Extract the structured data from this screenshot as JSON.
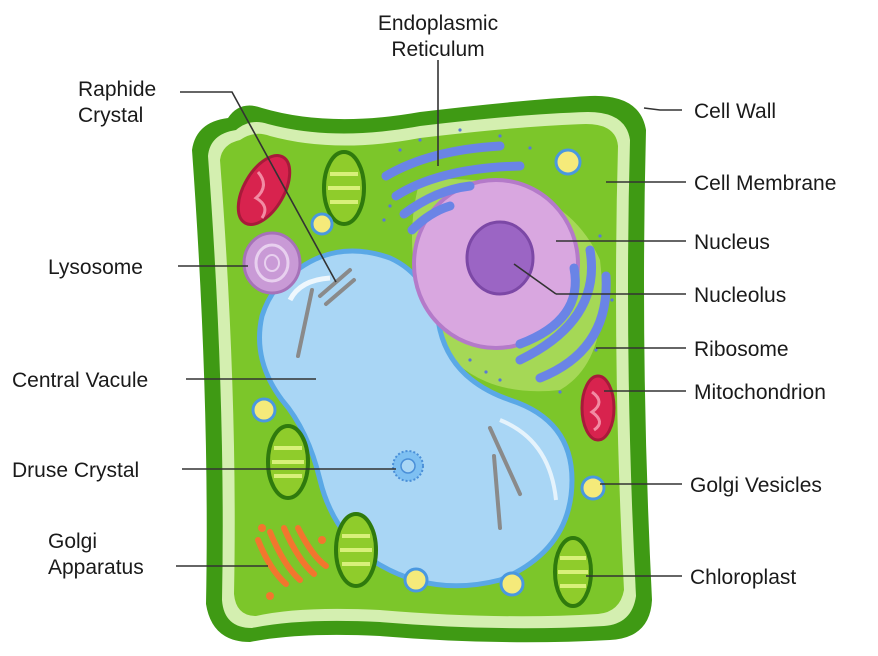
{
  "colors": {
    "cell_wall": "#3f9a14",
    "cytoplasm": "#7cc62a",
    "membrane": "#d4efb0",
    "vacuole": "#a9d6f5",
    "nucleus": "#d9a7e0",
    "nucleolus": "#9b65c4",
    "er": "#6a84e6",
    "mitochondrion": "#d8234e",
    "chloroplast": "#8fcc2b",
    "golgi": "#f2762e",
    "lysosome": "#c99ad6",
    "vesicle": "#f5ea7a"
  },
  "labels": {
    "er_line1": "Endoplasmic",
    "er_line2": "Reticulum",
    "raphide_line1": "Raphide",
    "raphide_line2": "Crystal",
    "lysosome": "Lysosome",
    "central_vacuole": "Central Vacule",
    "druse_crystal": "Druse Crystal",
    "golgi_app_line1": "Golgi",
    "golgi_app_line2": "Apparatus",
    "cell_wall": "Cell Wall",
    "cell_membrane": "Cell Membrane",
    "nucleus": "Nucleus",
    "nucleolus": "Nucleolus",
    "ribosome": "Ribosome",
    "mitochondrion": "Mitochondrion",
    "golgi_vesicles": "Golgi Vesicles",
    "chloroplast": "Chloroplast"
  }
}
